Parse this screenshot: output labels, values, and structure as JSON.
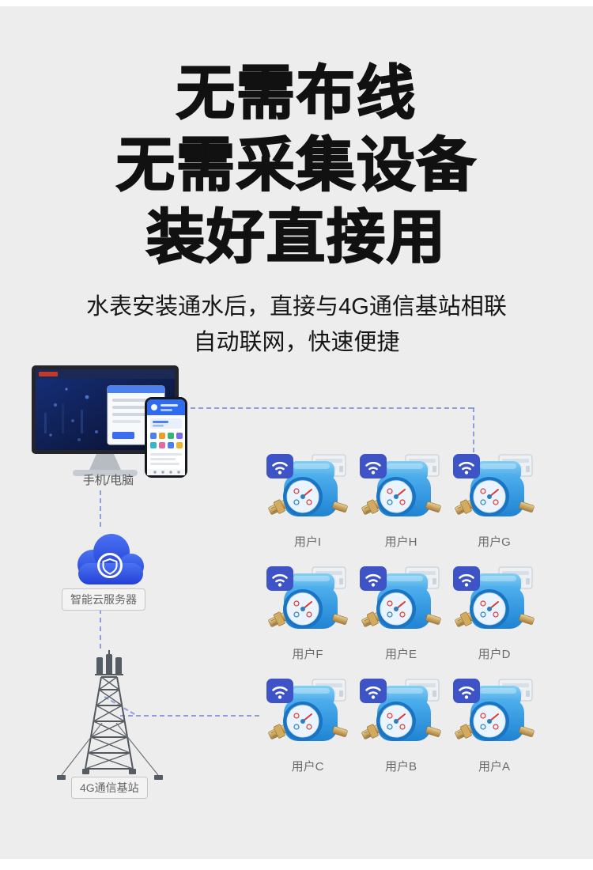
{
  "hero": {
    "title_lines": [
      "无需布线",
      "无需采集设备",
      "装好直接用"
    ],
    "subtitle_lines": [
      "水表安装通水后，直接与4G通信基站相联",
      "自动联网，快速便捷"
    ]
  },
  "diagram": {
    "terminal_label": "手机/电脑",
    "cloud_label": "智能云服务器",
    "station_label": "4G通信基站",
    "meters": [
      {
        "label": "用户I"
      },
      {
        "label": "用户H"
      },
      {
        "label": "用户G"
      },
      {
        "label": "用户F"
      },
      {
        "label": "用户E"
      },
      {
        "label": "用户D"
      },
      {
        "label": "用户C"
      },
      {
        "label": "用户B"
      },
      {
        "label": "用户A"
      }
    ]
  },
  "colors": {
    "background": "#ededed",
    "title_text": "#111111",
    "meter_body_blue": "#2e9ae6",
    "wifi_badge_blue": "#3d53c6",
    "cloud_blue": "#2b4be0",
    "dashed_line": "#8fa0d8"
  }
}
